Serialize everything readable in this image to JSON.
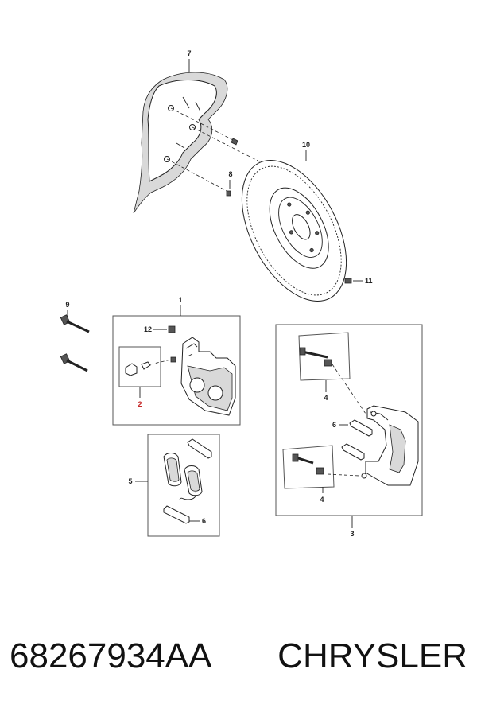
{
  "callouts": {
    "c1": "1",
    "c2": "2",
    "c3": "3",
    "c4a": "4",
    "c4b": "4",
    "c5": "5",
    "c6a": "6",
    "c6b": "6",
    "c7": "7",
    "c8": "8",
    "c9": "9",
    "c10": "10",
    "c11": "11",
    "c12": "12"
  },
  "highlight_color": "#c62828",
  "footer": {
    "part_number": "68267934AA",
    "brand": "CHRYSLER"
  }
}
